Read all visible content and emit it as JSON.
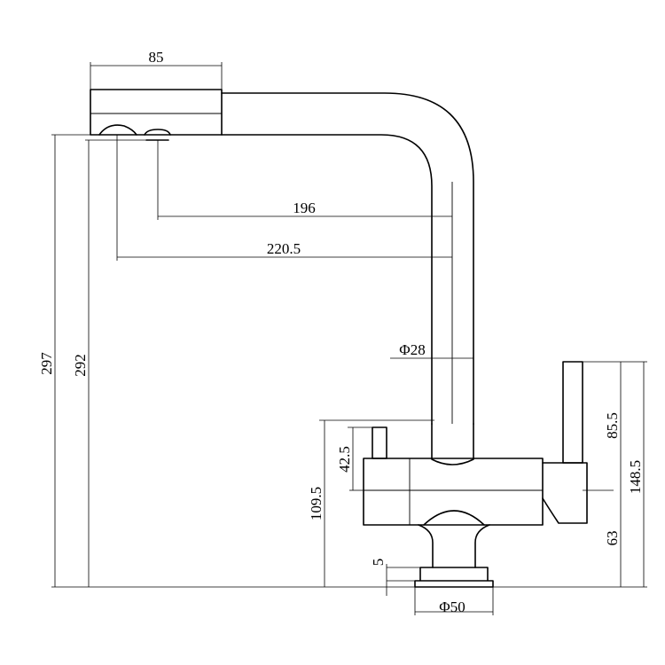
{
  "dimensions": {
    "spout_head_width": "85",
    "spout_reach_inner": "196",
    "spout_reach_outer": "220.5",
    "spout_tube_diameter": "Φ28",
    "total_height": "297",
    "outlet_height": "292",
    "lever_right_height": "85.5",
    "right_total_height": "148.5",
    "body_lower_height": "63",
    "body_height": "109.5",
    "lever_left_height": "42.5",
    "base_gap": "5",
    "base_diameter": "Φ50"
  },
  "colors": {
    "line": "#000000",
    "background": "#ffffff"
  }
}
